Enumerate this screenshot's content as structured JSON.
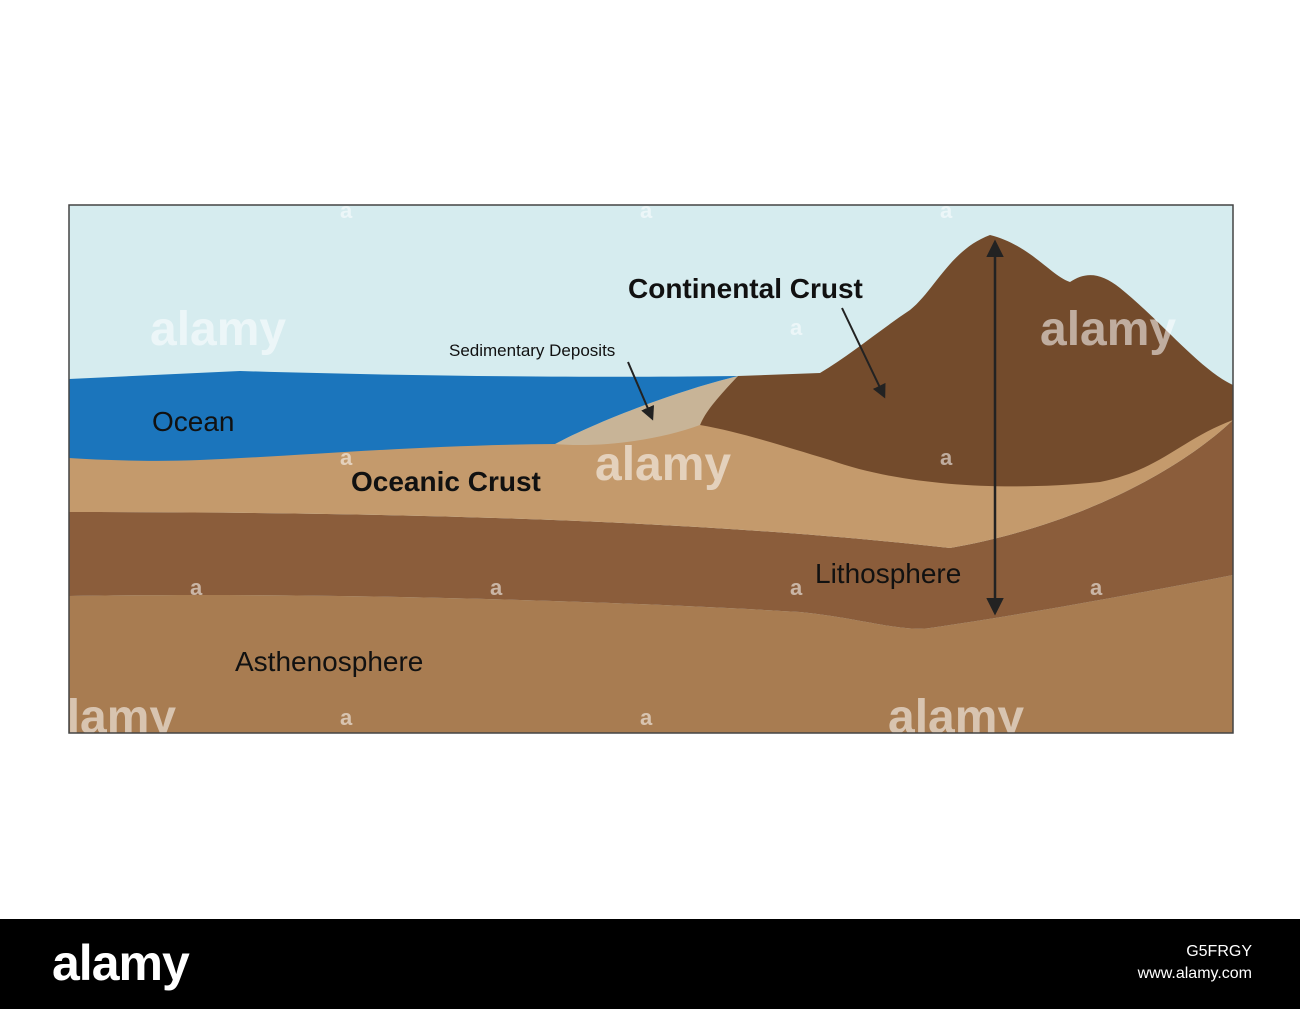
{
  "diagram": {
    "labels": {
      "continental_crust": "Continental Crust",
      "sedimentary_deposits": "Sedimentary Deposits",
      "ocean": "Ocean",
      "oceanic_crust": "Oceanic Crust",
      "lithosphere": "Lithosphere",
      "asthenosphere": "Asthenosphere"
    },
    "colors": {
      "sky": "#d6ecef",
      "ocean": "#1b75bc",
      "oceanic_crust": "#c49a6c",
      "sediment": "#c8b497",
      "mountain": "#734b2c",
      "lithosphere": "#8b5d3b",
      "asthenosphere": "#a87c51",
      "border": "#444444"
    }
  },
  "watermark": {
    "text": "alamy",
    "letter": "a"
  },
  "footer": {
    "logo": "alamy",
    "image_id": "G5FRGY",
    "site": "www.alamy.com"
  }
}
